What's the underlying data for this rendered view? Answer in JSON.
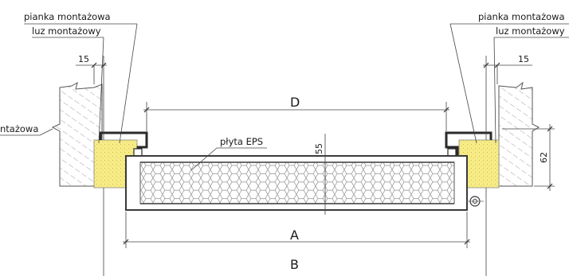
{
  "labels": {
    "foam_left": "pianka montażowa",
    "gap_left": "luz montażowy",
    "foam_right": "pianka montażowa",
    "gap_right": "luz montażowy",
    "edge_left": "ntażowa",
    "eps": "płyta EPS"
  },
  "dimensions": {
    "left_15": "15",
    "right_15": "15",
    "h_55": "55",
    "h_62": "62",
    "D": "D",
    "A": "A",
    "B": "B"
  },
  "colors": {
    "foam": "#f7ec86",
    "steel": "#2a2a2a",
    "wall_hatch": "#6f6f6f",
    "line": "#333333"
  }
}
